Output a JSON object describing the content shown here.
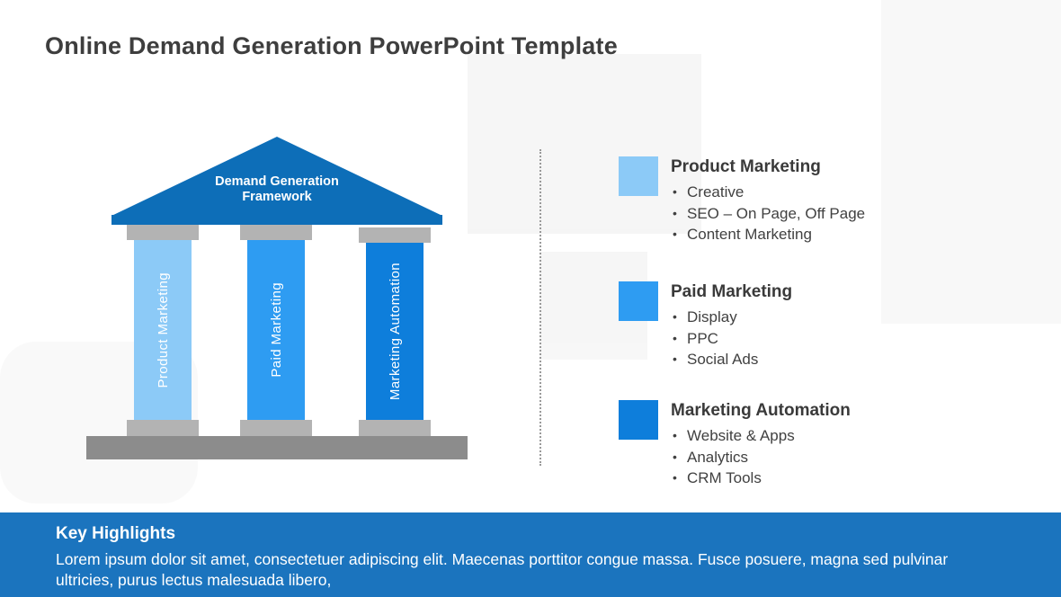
{
  "page": {
    "title": "Online Demand Generation PowerPoint Template"
  },
  "diagram": {
    "roof": {
      "line1": "Demand Generation",
      "line2": "Framework",
      "color": "#0d6eb8"
    },
    "pillars": [
      {
        "label": "Product Marketing",
        "color": "#8ccaf7"
      },
      {
        "label": "Paid Marketing",
        "color": "#2e9cf2"
      },
      {
        "label": "Marketing Automation",
        "color": "#0e7edb"
      }
    ],
    "cap_color": "#b3b3b3",
    "base_color": "#8c8c8c"
  },
  "sections": [
    {
      "title": "Product Marketing",
      "color": "#8ccaf7",
      "bullets": [
        "Creative",
        "SEO – On Page, Off Page",
        "Content Marketing"
      ]
    },
    {
      "title": "Paid Marketing",
      "color": "#2e9cf2",
      "bullets": [
        "Display",
        "PPC",
        "Social Ads"
      ]
    },
    {
      "title": "Marketing Automation",
      "color": "#0e7edb",
      "bullets": [
        "Website & Apps",
        "Analytics",
        "CRM Tools"
      ]
    }
  ],
  "footer": {
    "title": "Key Highlights",
    "text": "Lorem ipsum dolor sit amet, consectetuer adipiscing elit. Maecenas porttitor congue massa. Fusce posuere, magna sed pulvinar ultricies, purus lectus malesuada libero,",
    "background": "#1b74be"
  }
}
